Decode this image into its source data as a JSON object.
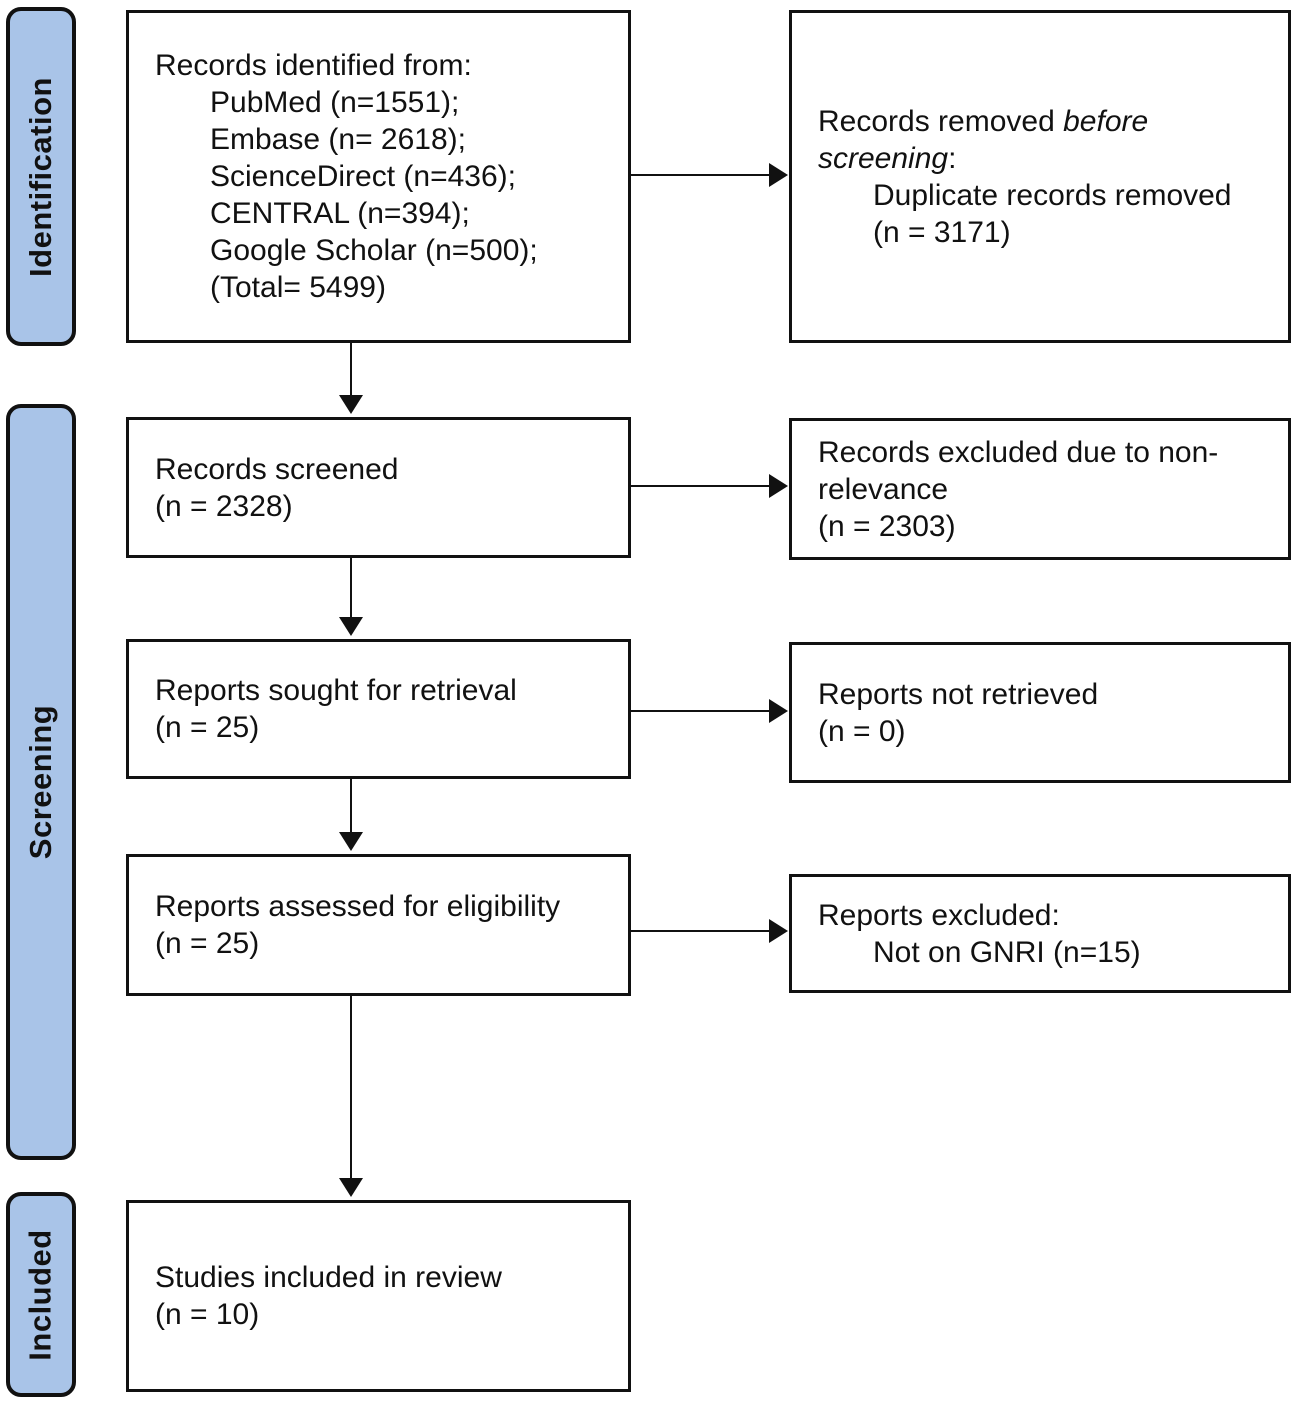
{
  "stages": {
    "identification": "Identification",
    "screening": "Screening",
    "included": "Included"
  },
  "boxes": {
    "records_identified": {
      "title": "Records identified from:",
      "items": [
        "PubMed (n=1551);",
        "Embase (n= 2618);",
        "ScienceDirect (n=436);",
        "CENTRAL (n=394);",
        "Google Scholar (n=500);",
        "(Total= 5499)"
      ]
    },
    "records_removed": {
      "title_prefix": "Records removed ",
      "title_italic": "before screening",
      "title_suffix": ":",
      "items": [
        "Duplicate records removed",
        "(n = 3171)"
      ]
    },
    "records_screened": {
      "lines": [
        "Records screened",
        "(n = 2328)"
      ]
    },
    "records_excluded": {
      "lines": [
        "Records excluded due to non-relevance",
        "(n = 2303)"
      ]
    },
    "reports_sought": {
      "lines": [
        "Reports sought for retrieval",
        "(n = 25)"
      ]
    },
    "reports_not_retrieved": {
      "lines": [
        "Reports not retrieved",
        "(n = 0)"
      ]
    },
    "reports_assessed": {
      "lines": [
        "Reports assessed for eligibility",
        "(n = 25)"
      ]
    },
    "reports_excluded": {
      "title": "Reports excluded:",
      "items": [
        "Not on GNRI (n=15)"
      ]
    },
    "studies_included": {
      "lines": [
        "Studies included in review",
        "(n = 10)"
      ]
    }
  },
  "colors": {
    "stage_fill": "#a9c4e8",
    "ink": "#111111",
    "bg": "#ffffff"
  }
}
